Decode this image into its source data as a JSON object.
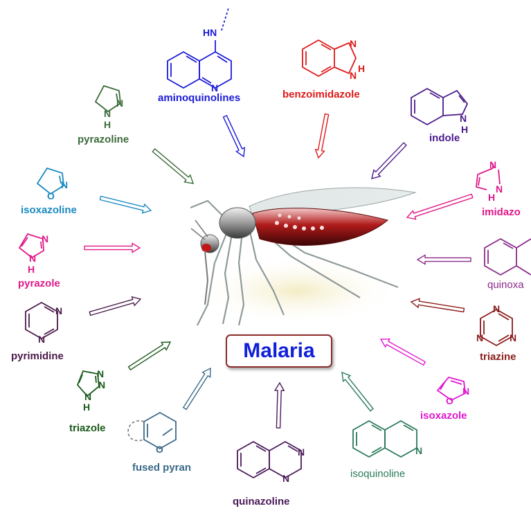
{
  "center": {
    "label": "Malaria",
    "text_color": "#1020d8",
    "border_color": "#8a2a2a"
  },
  "mosquito": {
    "icon": "mosquito-illustration"
  },
  "compounds": [
    {
      "id": "aminoquinolines",
      "label": "aminoquinolines",
      "color": "#1a1ad8",
      "atoms": [
        "HN",
        "N"
      ]
    },
    {
      "id": "benzoimidazole",
      "label": "benzoimidazole",
      "color": "#e01818",
      "atoms": [
        "N",
        "N",
        "H"
      ]
    },
    {
      "id": "indole",
      "label": "indole",
      "color": "#4a1a8a",
      "atoms": [
        "N",
        "H"
      ]
    },
    {
      "id": "imidazole",
      "label": "imidazo",
      "color": "#e0188a",
      "atoms": [
        "N",
        "N",
        "H"
      ]
    },
    {
      "id": "quinoxaline",
      "label": "quinoxa",
      "color": "#8a2a8a",
      "atoms": []
    },
    {
      "id": "triazine",
      "label": "triazine",
      "color": "#8a1a1a",
      "atoms": [
        "N",
        "N",
        "N"
      ]
    },
    {
      "id": "isoxazole",
      "label": "isoxazole",
      "color": "#e018d0",
      "atoms": [
        "O",
        "N"
      ]
    },
    {
      "id": "isoquinoline",
      "label": "isoquinoline",
      "color": "#2a7a5a",
      "atoms": [
        "N"
      ]
    },
    {
      "id": "quinazoline",
      "label": "quinazoline",
      "color": "#4a1a5a",
      "atoms": [
        "N",
        "N"
      ]
    },
    {
      "id": "fused-pyran",
      "label": "fused pyran",
      "color": "#3a6a8a",
      "atoms": [
        "O"
      ]
    },
    {
      "id": "triazole",
      "label": "triazole",
      "color": "#1a5a1a",
      "atoms": [
        "N",
        "N",
        "N",
        "H"
      ]
    },
    {
      "id": "pyrimidine",
      "label": "pyrimidine",
      "color": "#4a1a4a",
      "atoms": [
        "N",
        "N"
      ]
    },
    {
      "id": "pyrazole",
      "label": "pyrazole",
      "color": "#e0188a",
      "atoms": [
        "N",
        "N",
        "H"
      ]
    },
    {
      "id": "isoxazoline",
      "label": "isoxazoline",
      "color": "#1a8ac0",
      "atoms": [
        "O",
        "N"
      ]
    },
    {
      "id": "pyrazoline",
      "label": "pyrazoline",
      "color": "#3a6a3a",
      "atoms": [
        "N",
        "N",
        "H"
      ]
    }
  ]
}
